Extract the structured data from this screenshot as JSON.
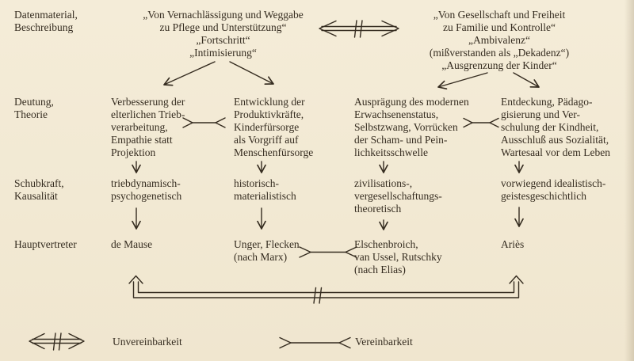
{
  "palette": {
    "background": "#f2e9d3",
    "ink": "#352c20"
  },
  "row_labels": {
    "data_material": [
      "Datenmaterial,",
      "Beschreibung"
    ],
    "interpretation": [
      "Deutung,",
      "Theorie"
    ],
    "driving_force": [
      "Schubkraft,",
      "Kausalität"
    ],
    "main_representatives": [
      "Hauptvertreter"
    ]
  },
  "descriptions": {
    "left": [
      "„Von Vernachlässigung und Weggabe",
      "zu Pflege und Unterstützung“",
      "„Fortschritt“",
      "„Intimisierung“"
    ],
    "right": [
      "„Von Gesellschaft und Freiheit",
      "zu Familie und Kontrolle“",
      "„Ambivalenz“",
      "(mißverstanden als „Dekadenz“)",
      "„Ausgrenzung der Kinder“"
    ]
  },
  "theories": {
    "col1": [
      "Verbesserung der",
      "elterlichen Trieb-",
      "verarbeitung,",
      "Empathie statt",
      "Projektion"
    ],
    "col2": [
      "Entwicklung der",
      "Produktivkräfte,",
      "Kinderfürsorge",
      "als Vorgriff auf",
      "Menschenfürsorge"
    ],
    "col3": [
      "Ausprägung des modernen",
      "Erwachsenenstatus,",
      "Selbstzwang, Vorrücken",
      "der Scham- und Pein-",
      "lichkeitsschwelle"
    ],
    "col4": [
      "Entdeckung, Pädago-",
      "gisierung und Ver-",
      "schulung der Kindheit,",
      "Ausschluß aus Sozialität,",
      "Wartesaal vor dem Leben"
    ]
  },
  "causalities": {
    "col1": [
      "triebdynamisch-",
      "psychogenetisch"
    ],
    "col2": [
      "historisch-",
      "materialistisch"
    ],
    "col3": [
      "zivilisations-,",
      "vergesellschaftungs-",
      "theoretisch"
    ],
    "col4": [
      "vorwiegend idealistisch-",
      "geistesgeschichtlich"
    ]
  },
  "representatives": {
    "col1": [
      "de Mause"
    ],
    "col2": [
      "Unger, Flecken",
      "(nach Marx)"
    ],
    "col3": [
      "Elschenbroich,",
      "van Ussel, Rutschky",
      "(nach Elias)"
    ],
    "col4": [
      "Ariès"
    ]
  },
  "legend": {
    "incompatibility": "Unvereinbarkeit",
    "compatibility": "Vereinbarkeit"
  }
}
